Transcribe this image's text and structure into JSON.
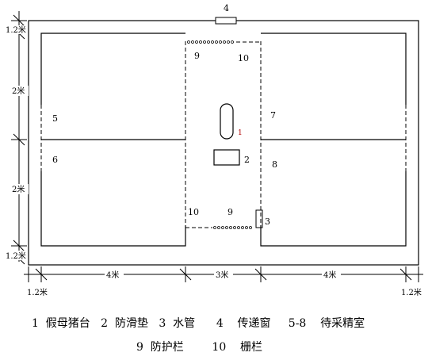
{
  "labels": {
    "four": "4",
    "nine_top": "9",
    "ten_top": "10",
    "one": "1",
    "two": "2",
    "three": "3",
    "five": "5",
    "six": "6",
    "seven": "7",
    "eight": "8",
    "ten_bottom": "10",
    "nine_bottom": "9"
  },
  "dimensions": {
    "top_left": "1.2米",
    "left_upper": "2米",
    "left_lower": "2米",
    "bottom_left": "1.2米",
    "bottom_4m_left": "4米",
    "bottom_3m": "3米",
    "bottom_4m_right": "4米",
    "bottom_left_corner": "1.2米",
    "bottom_right_corner": "1.2米"
  },
  "legend": {
    "line1": "1  假母猪台   2  防滑垫   3  水管      4    传递窗     5-8    待采精室",
    "line2": "9  防护栏        10    栅栏"
  }
}
